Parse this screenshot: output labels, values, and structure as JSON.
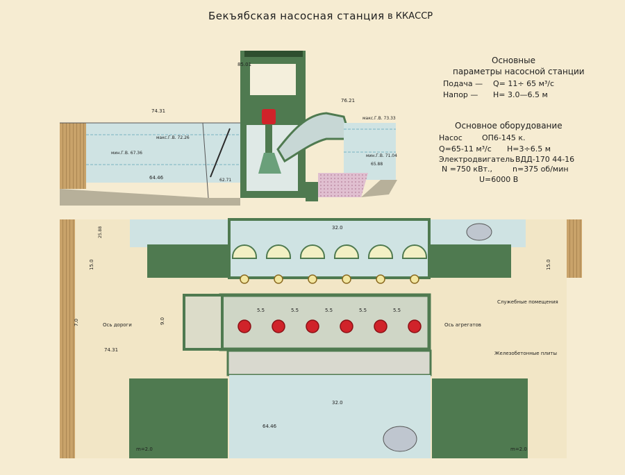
{
  "title": "Бекъябская насосная станция",
  "region": "в ККАССР",
  "params": {
    "heading1": "Основные",
    "heading2": "параметры насосной станции",
    "supply_label": "Подача —",
    "supply_value": "Q= 11÷ 65 м³/с",
    "head_label": "Напор —",
    "head_value": "H= 3.0—6.5 м"
  },
  "equipment": {
    "heading": "Основное оборудование",
    "pump_label": "Насос",
    "pump_value": "ОП6-145 к.",
    "q_value": "Q=65-11 м³/с",
    "h_value": "H=3÷6.5 м",
    "motor_label": "Электродвигатель",
    "motor_value": "ВДД-170  44-16",
    "power": "N =750 кВт.,",
    "rpm": "n=375 об/мин",
    "voltage": "U=6000 В"
  },
  "section_labels": {
    "el_top": "85.01",
    "el_left": "74.31",
    "el_right": "76.21",
    "max_left": "макс.Г.В. 72.26",
    "min_left": "мин.Г.В. 67.36",
    "bottom_left": "64.46",
    "bottom_mid": "62.71",
    "max_right": "макс.Г.В. 73.33",
    "min_right": "мин.Г.В. 71.04",
    "bottom_right": "65.88"
  },
  "plan_labels": {
    "top_width": "32.0",
    "bottom_width": "32.0",
    "spacing": "5.5",
    "road_axis": "Ось дороги",
    "unit_axis": "Ось агрегатов",
    "service_rooms": "Служебные помещения",
    "concrete_slabs": "Железобетонные плиты",
    "left_dim": "7.0",
    "hall_dim": "9.0",
    "el_plan_left": "74.31",
    "el_plan_bottom": "64.46",
    "side_left": "15.0",
    "side_right": "15.0",
    "corner_dim": "25.88",
    "slope_left": "m=2.0",
    "slope_right": "m=2.0"
  },
  "colors": {
    "wall": "#4f7a50",
    "water": "#cfe3e3",
    "water_line": "#7ab3c0",
    "soil": "#c9a36a",
    "pump": "#d0232a",
    "fill": "#e8dcb0",
    "slab": "#e0c3cf"
  }
}
